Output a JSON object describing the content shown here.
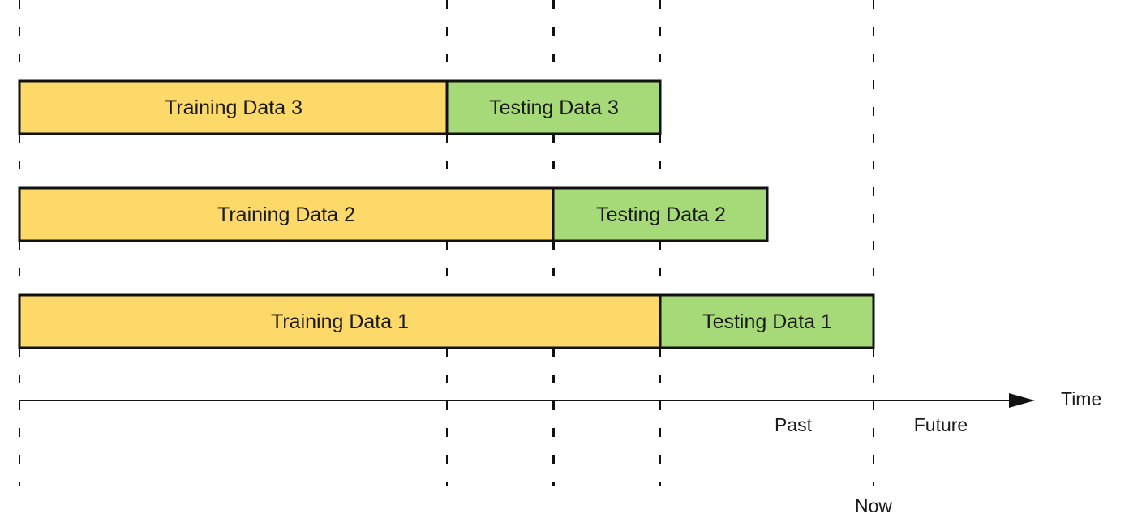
{
  "colors": {
    "training": "#fdd96a",
    "testing": "#a6d977",
    "stroke": "#111111"
  },
  "bars": [
    {
      "training_label": "Training Data 3",
      "testing_label": "Testing Data 3"
    },
    {
      "training_label": "Training Data 2",
      "testing_label": "Testing Data 2"
    },
    {
      "training_label": "Training Data 1",
      "testing_label": "Testing Data 1"
    }
  ],
  "axis": {
    "label": "Time",
    "past_label": "Past",
    "future_label": "Future",
    "now_label": "Now"
  }
}
